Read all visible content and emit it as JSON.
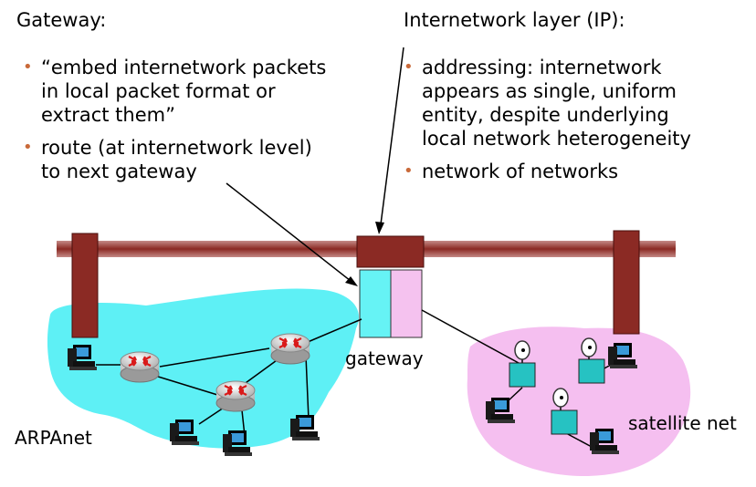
{
  "left_panel": {
    "heading": "Gateway:",
    "bullets": [
      "“embed internetwork packets\nin local packet format or\nextract them”",
      "route (at internetwork level)\nto next gateway"
    ]
  },
  "right_panel": {
    "heading": "Internetwork layer (IP):",
    "bullets": [
      "addressing: internetwork\nappears as single, uniform\nentity, despite underlying\nlocal network heterogeneity",
      "network of networks"
    ]
  },
  "labels": {
    "gateway": "gateway",
    "arpanet": "ARPAnet",
    "satellite": "satellite net"
  },
  "colors": {
    "bullet": "#c96a3a",
    "backbone": "#8b2a24",
    "arpanet_cloud": "#5ef0f5",
    "satellite_cloud": "#f5bff0",
    "gateway_left": "#66f3f5",
    "gateway_right": "#f5c2ef",
    "dish_box": "#26c2c2"
  }
}
